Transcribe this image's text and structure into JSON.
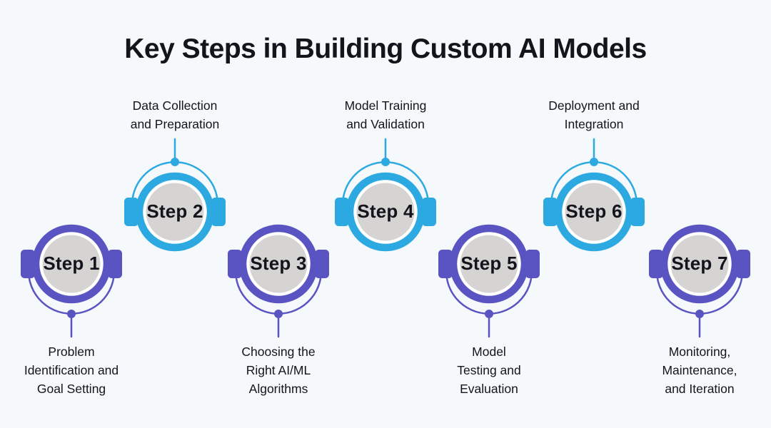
{
  "title": "Key Steps in Building Custom AI Models",
  "colors": {
    "background": "#f5f9fc",
    "purple": "#5a54c2",
    "blue": "#2da9e1",
    "gray": "#d5d4d3",
    "ink": "#14141c"
  },
  "steps": [
    {
      "number": "Step 1",
      "caption": "Problem\nIdentification and\nGoal Setting",
      "color": "purple",
      "caption_position": "below"
    },
    {
      "number": "Step 2",
      "caption": "Data Collection\nand Preparation",
      "color": "blue",
      "caption_position": "above"
    },
    {
      "number": "Step 3",
      "caption": "Choosing the\nRight AI/ML\nAlgorithms",
      "color": "purple",
      "caption_position": "below"
    },
    {
      "number": "Step 4",
      "caption": "Model Training\nand Validation",
      "color": "blue",
      "caption_position": "above"
    },
    {
      "number": "Step 5",
      "caption": "Model\nTesting and\nEvaluation",
      "color": "purple",
      "caption_position": "below"
    },
    {
      "number": "Step 6",
      "caption": "Deployment and\nIntegration",
      "color": "blue",
      "caption_position": "above"
    },
    {
      "number": "Step 7",
      "caption": "Monitoring,\nMaintenance,\nand Iteration",
      "color": "purple",
      "caption_position": "below"
    }
  ]
}
